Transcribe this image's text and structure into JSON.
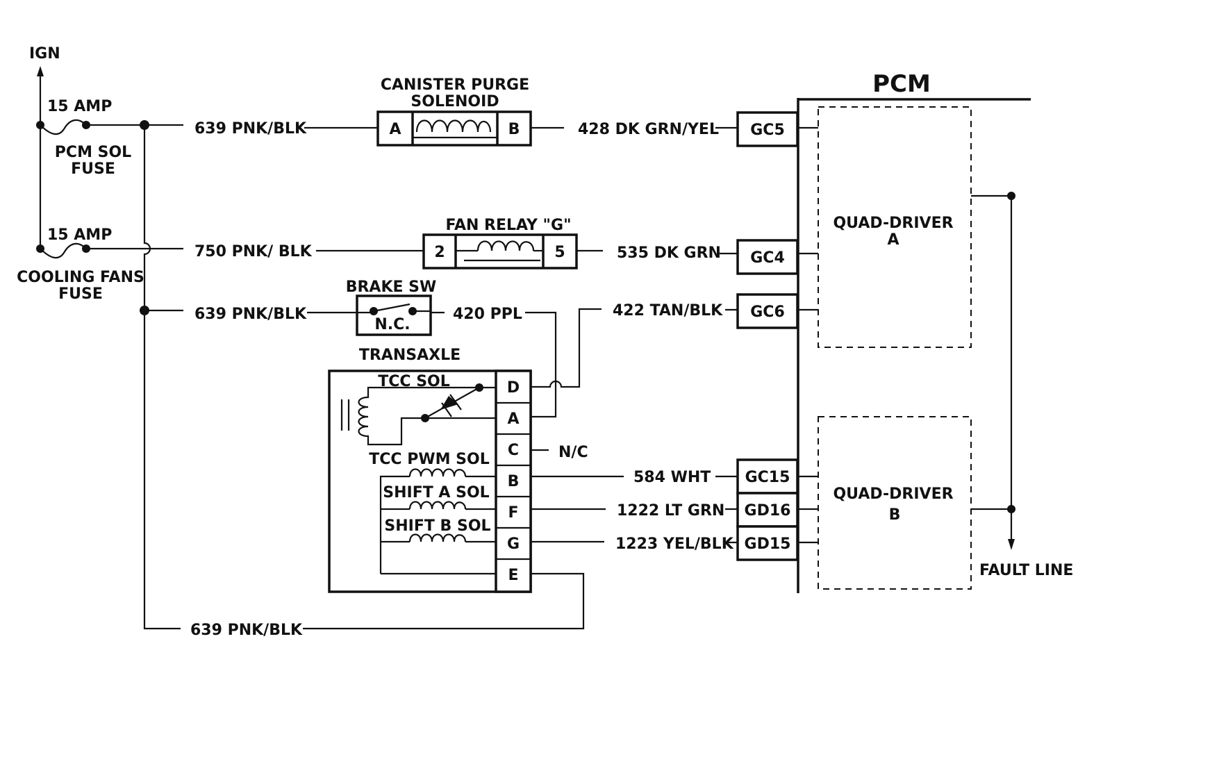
{
  "power": {
    "ign": "IGN",
    "fuse1_rating": "15 AMP",
    "fuse1_name_1": "PCM SOL",
    "fuse1_name_2": "FUSE",
    "fuse2_rating": "15 AMP",
    "fuse2_name_1": "COOLING FANS",
    "fuse2_name_2": "FUSE"
  },
  "wires": {
    "w1": "639 PNK/BLK",
    "w2": "428 DK GRN/YEL",
    "w3": "750 PNK/ BLK",
    "w4": "535 DK GRN",
    "w5": "639 PNK/BLK",
    "w6": "420 PPL",
    "w7": "422 TAN/BLK",
    "w8": "N/C",
    "w9": "584 WHT",
    "w10": "1222 LT GRN",
    "w11": "1223 YEL/BLK",
    "w12": "639 PNK/BLK"
  },
  "canister": {
    "title_1": "CANISTER PURGE",
    "title_2": "SOLENOID",
    "pin_a": "A",
    "pin_b": "B"
  },
  "fan_relay": {
    "title": "FAN RELAY \"G\"",
    "pin_1": "2",
    "pin_2": "5"
  },
  "brake": {
    "title": "BRAKE SW",
    "state": "N.C."
  },
  "transaxle": {
    "title": "TRANSAXLE",
    "tcc_sol": "TCC SOL",
    "tcc_pwm_sol": "TCC PWM SOL",
    "shift_a_sol": "SHIFT A SOL",
    "shift_b_sol": "SHIFT B SOL",
    "pins": [
      "D",
      "A",
      "C",
      "B",
      "F",
      "G",
      "E"
    ]
  },
  "pcm": {
    "title": "PCM",
    "pins": [
      "GC5",
      "GC4",
      "GC6",
      "GC15",
      "GD16",
      "GD15"
    ],
    "qd_a_1": "QUAD-DRIVER",
    "qd_a_2": "A",
    "qd_b_1": "QUAD-DRIVER",
    "qd_b_2": "B",
    "fault_line": "FAULT LINE"
  }
}
